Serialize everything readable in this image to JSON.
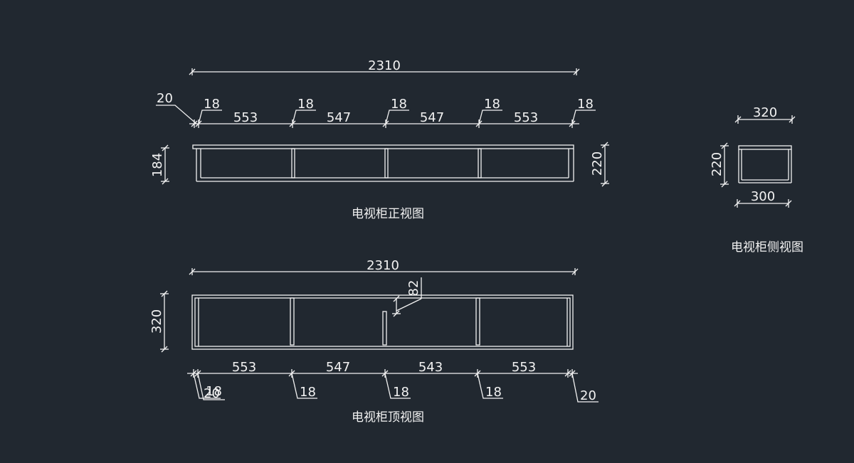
{
  "front_view": {
    "title": "电视柜正视图",
    "overall_width": "2310",
    "panel_thickness": "18",
    "end_offset": "20",
    "bays": [
      "553",
      "547",
      "547",
      "553"
    ],
    "inner_height": "184",
    "total_height": "220"
  },
  "top_view": {
    "title": "电视柜顶视图",
    "overall_width": "2310",
    "depth": "320",
    "partition_label": "82",
    "panel_thickness": "18",
    "end_offset": "20",
    "bays": [
      "553",
      "547",
      "543",
      "553"
    ]
  },
  "side_view": {
    "title": "电视柜侧视图",
    "top_depth": "320",
    "base_depth": "300",
    "height": "220"
  }
}
